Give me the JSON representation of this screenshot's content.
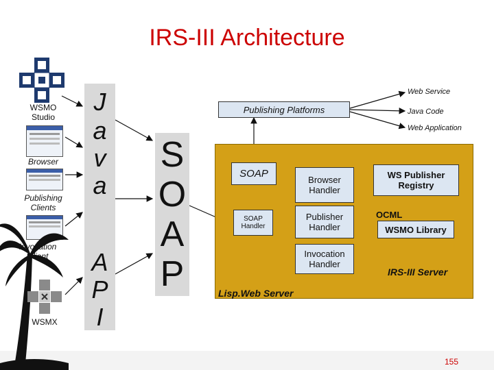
{
  "title": "IRS-III Architecture",
  "clients": {
    "wsmo_studio": "WSMO\nStudio",
    "browser": "Browser",
    "publishing_clients": "Publishing\nClients",
    "invocation_client": "Invocation\nClient",
    "wsmx": "WSMX"
  },
  "java_api": {
    "java": [
      "J",
      "a",
      "v",
      "a"
    ],
    "api": [
      "A",
      "P",
      "I"
    ]
  },
  "soap_column": [
    "S",
    "O",
    "A",
    "P"
  ],
  "publishing_platforms": "Publishing Platforms",
  "platform_types": [
    "Web Service",
    "Java Code",
    "Web Application"
  ],
  "server": {
    "soap": "SOAP",
    "soap_handler": "SOAP\nHandler",
    "browser_handler": "Browser\nHandler",
    "publisher_handler": "Publisher\nHandler",
    "invocation_handler": "Invocation\nHandler",
    "ws_publisher_registry": "WS Publisher\nRegistry",
    "ocml": "OCML",
    "wsmo_library": "WSMO Library",
    "irs_server": "IRS-III Server",
    "lisp_web_server": "Lisp.Web Server"
  },
  "page_number": "155",
  "colors": {
    "title": "#cc0000",
    "server": "#d4a017",
    "box": "#dce6f2",
    "bar": "#d9d9d9"
  }
}
